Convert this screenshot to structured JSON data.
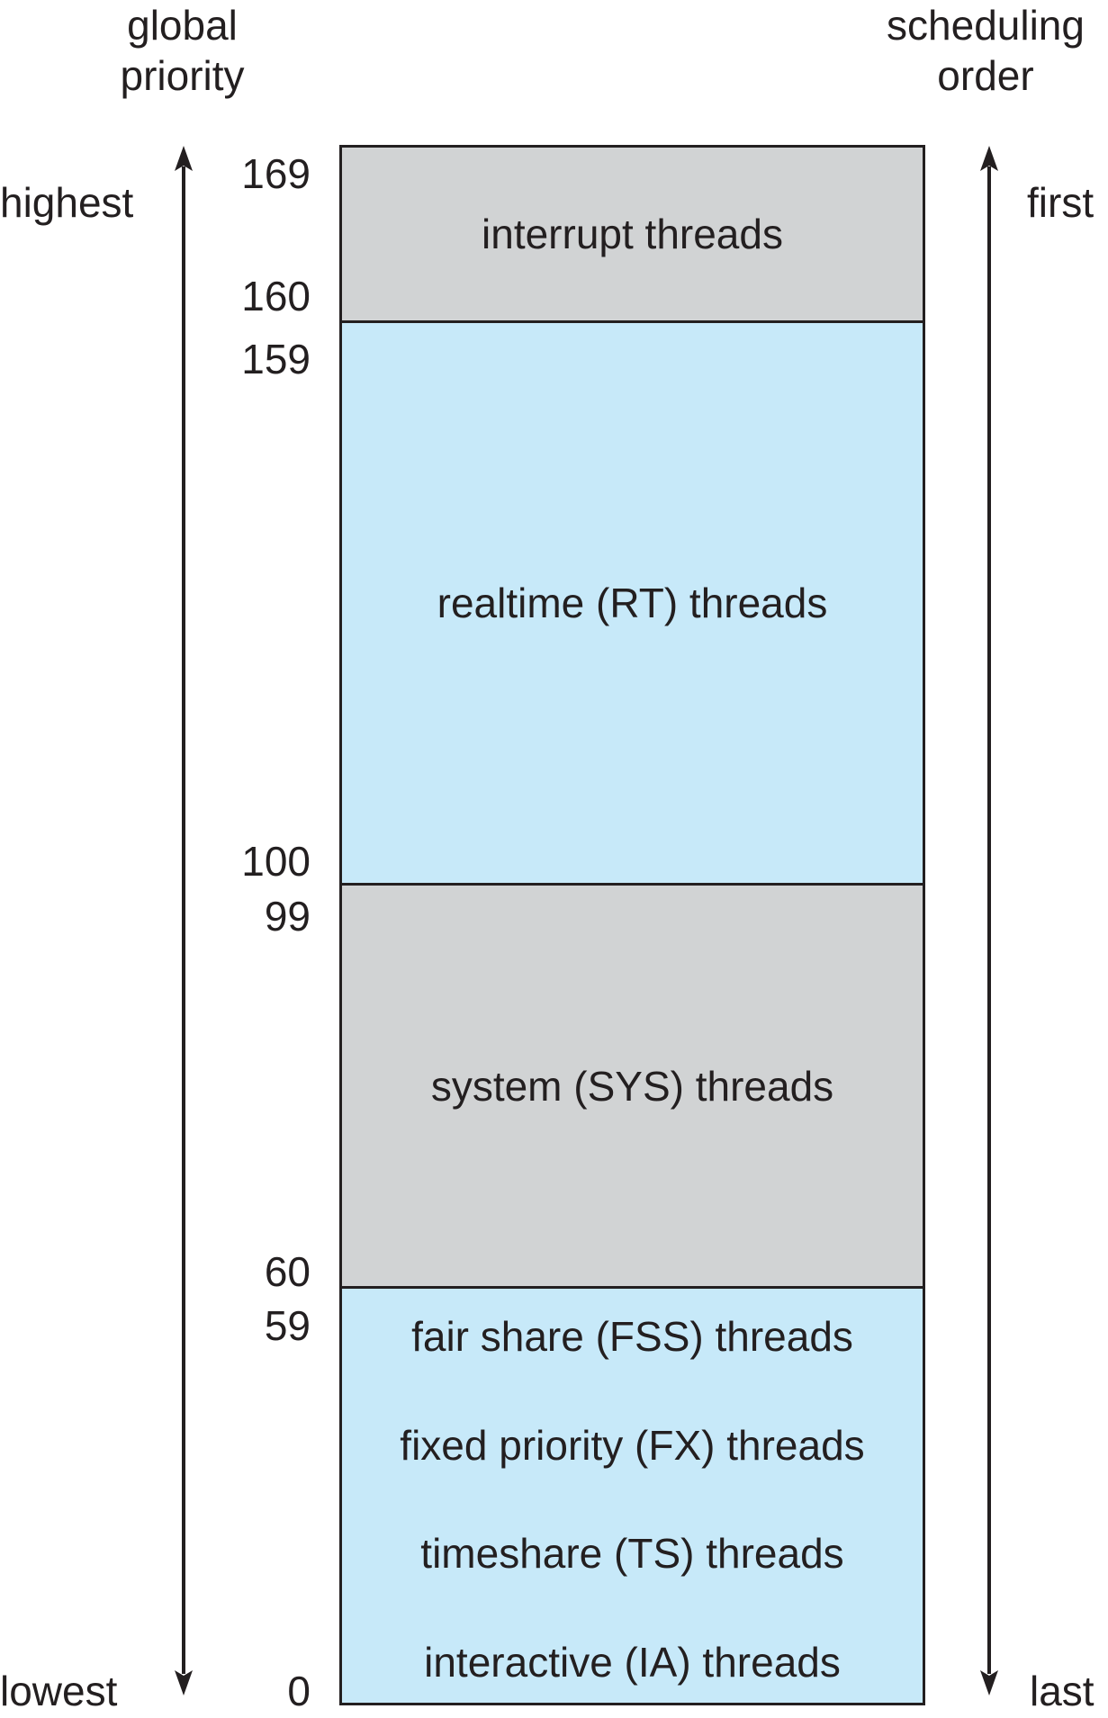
{
  "headers": {
    "left": [
      "global",
      "priority"
    ],
    "right": [
      "scheduling",
      "order"
    ]
  },
  "axis_labels": {
    "left_top": "highest",
    "left_bottom": "lowest",
    "right_top": "first",
    "right_bottom": "last"
  },
  "priority_numbers": {
    "n169": "169",
    "n160": "160",
    "n159": "159",
    "n100": "100",
    "n99": "99",
    "n60": "60",
    "n59": "59",
    "n0": "0"
  },
  "bands": {
    "interrupt": "interrupt threads",
    "realtime": "realtime (RT) threads",
    "system": "system (SYS) threads",
    "lower": [
      "fair share (FSS) threads",
      "fixed priority (FX) threads",
      "timeshare (TS) threads",
      "interactive (IA) threads"
    ]
  },
  "colors": {
    "gray_band": "#d1d3d4",
    "blue_band": "#c7e9f9",
    "ink": "#231f20"
  }
}
